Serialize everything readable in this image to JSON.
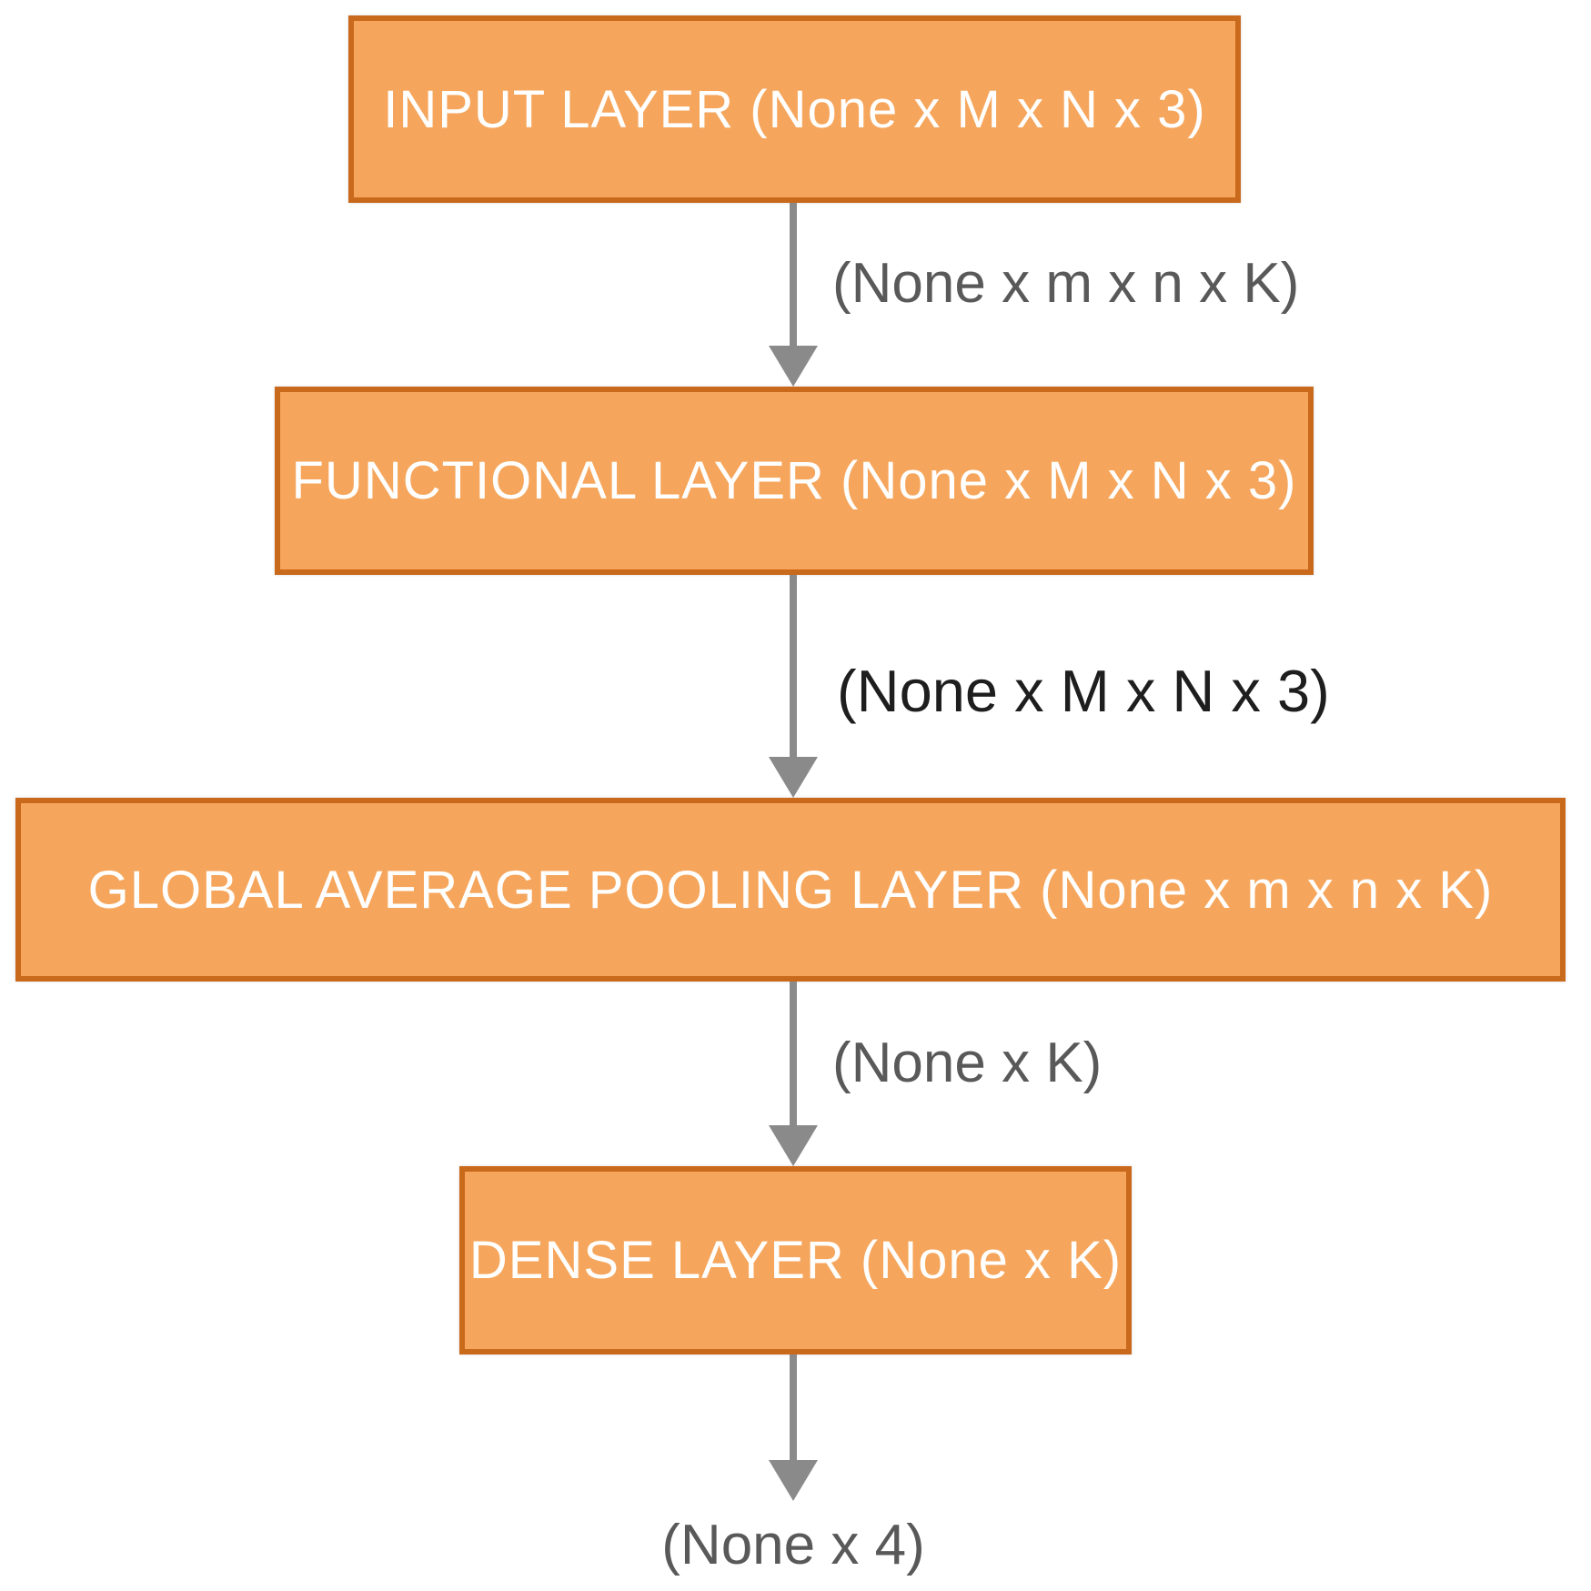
{
  "diagram": {
    "type": "flowchart",
    "title": "CNN model architecture diagram",
    "colors": {
      "box_fill": "#F6A65C",
      "box_border": "#C9691C",
      "box_text": "#FFFFFF",
      "arrow": "#8A8A8A",
      "edge_label_gray": "#595959",
      "edge_label_dark": "#1E1E1E",
      "background": "#FFFFFF"
    },
    "nodes": [
      {
        "id": "input",
        "label": "INPUT LAYER (None x M x N x 3)"
      },
      {
        "id": "functional",
        "label": "FUNCTIONAL LAYER (None x M x N x 3)"
      },
      {
        "id": "gap",
        "label": "GLOBAL AVERAGE POOLING LAYER (None x m x n x K)"
      },
      {
        "id": "dense",
        "label": "DENSE LAYER (None x K)"
      }
    ],
    "edges": [
      {
        "from": "input",
        "to": "functional",
        "label": "(None x m x n x K)"
      },
      {
        "from": "functional",
        "to": "gap",
        "label": "(None x M x N x 3)"
      },
      {
        "from": "gap",
        "to": "dense",
        "label": "(None x K)"
      },
      {
        "from": "dense",
        "to": "output",
        "label": "(None x 4)"
      }
    ]
  }
}
